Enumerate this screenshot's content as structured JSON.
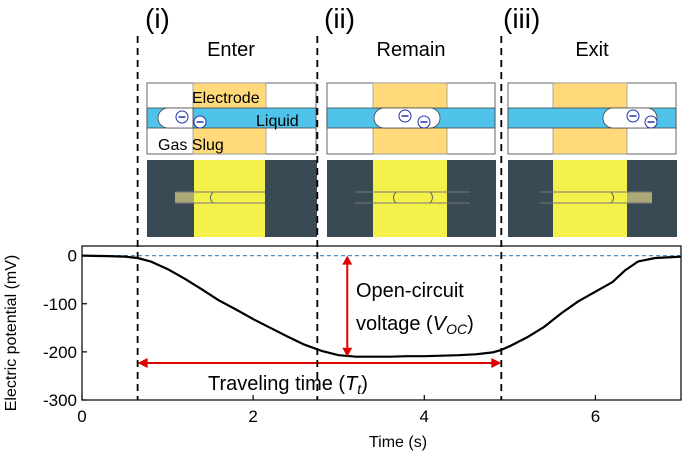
{
  "panels": [
    {
      "numeral": "(i)",
      "title": "Enter"
    },
    {
      "numeral": "(ii)",
      "title": "Remain"
    },
    {
      "numeral": "(iii)",
      "title": "Exit"
    }
  ],
  "schematic_labels": {
    "electrode": "Electrode",
    "liquid": "Liquid",
    "gas_slug": "Gas Slug",
    "charge_symbol": "⊖"
  },
  "colors": {
    "electrode": "#ffd97a",
    "liquid": "#4fc3ea",
    "photo_yellow": "#f4f24a",
    "photo_dark": "#3a4a54",
    "trace": "#000000",
    "baseline": "#4a90c8",
    "annotation": "#e00000"
  },
  "annotations": {
    "voc_line1": "Open-circuit",
    "voc_line2": "voltage (",
    "voc_symbol": "V",
    "voc_sub": "OC",
    "voc_close": ")",
    "tt_prefix": "Traveling time (",
    "tt_symbol": "T",
    "tt_sub": "t",
    "tt_close": ")"
  },
  "chart_data": {
    "type": "line",
    "xlabel": "Time (s)",
    "ylabel": "Electric potential (mV)",
    "xlim": [
      0,
      7
    ],
    "ylim": [
      -300,
      20
    ],
    "xticks": [
      0,
      2,
      4,
      6
    ],
    "yticks": [
      0,
      -100,
      -200,
      -300
    ],
    "reference_line_y": 0,
    "event_times": [
      0.65,
      2.75,
      4.9
    ],
    "voc_arrow": {
      "x": 3.1,
      "y_from": 0,
      "y_to": -210
    },
    "tt_arrow": {
      "x_from": 0.65,
      "x_to": 4.9,
      "y": -223
    },
    "series": [
      {
        "x": [
          0,
          0.3,
          0.5,
          0.65,
          0.8,
          1.0,
          1.2,
          1.4,
          1.6,
          1.8,
          2.0,
          2.2,
          2.4,
          2.6,
          2.8,
          3.0,
          3.2,
          3.4,
          3.6,
          3.8,
          4.0,
          4.2,
          4.4,
          4.6,
          4.8,
          4.9,
          5.0,
          5.2,
          5.4,
          5.6,
          5.8,
          6.0,
          6.2,
          6.35,
          6.5,
          6.7,
          6.9,
          7.0
        ],
        "y": [
          0,
          -1,
          -2,
          -5,
          -12,
          -28,
          -48,
          -70,
          -93,
          -112,
          -132,
          -150,
          -168,
          -185,
          -198,
          -207,
          -210,
          -210,
          -210,
          -209,
          -209,
          -208,
          -207,
          -205,
          -201,
          -196,
          -188,
          -170,
          -148,
          -120,
          -95,
          -75,
          -55,
          -30,
          -12,
          -5,
          -3,
          -2
        ]
      }
    ]
  }
}
